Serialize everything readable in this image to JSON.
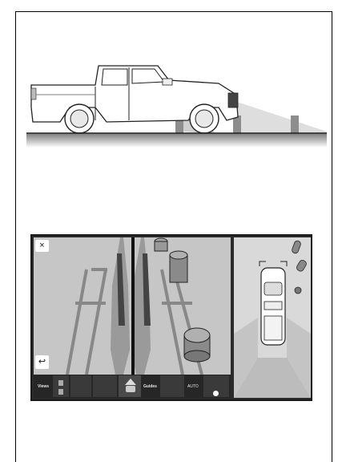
{
  "screen": {
    "close_icon": "×",
    "return_icon": "↩",
    "views_label": "Views",
    "guides_label": "Guides",
    "auto_label": "AUTO"
  },
  "icons": {
    "close": "close-icon",
    "return": "return-arrow-icon",
    "truck_top": "truck-top-view-icon"
  },
  "colors": {
    "screen_bg": "#2b2b2b",
    "view_bg": "#c6c6c6",
    "ground": "#8a8a8a",
    "truck_fill": "#ffffff",
    "cone_fill": "#d0d0d0"
  }
}
